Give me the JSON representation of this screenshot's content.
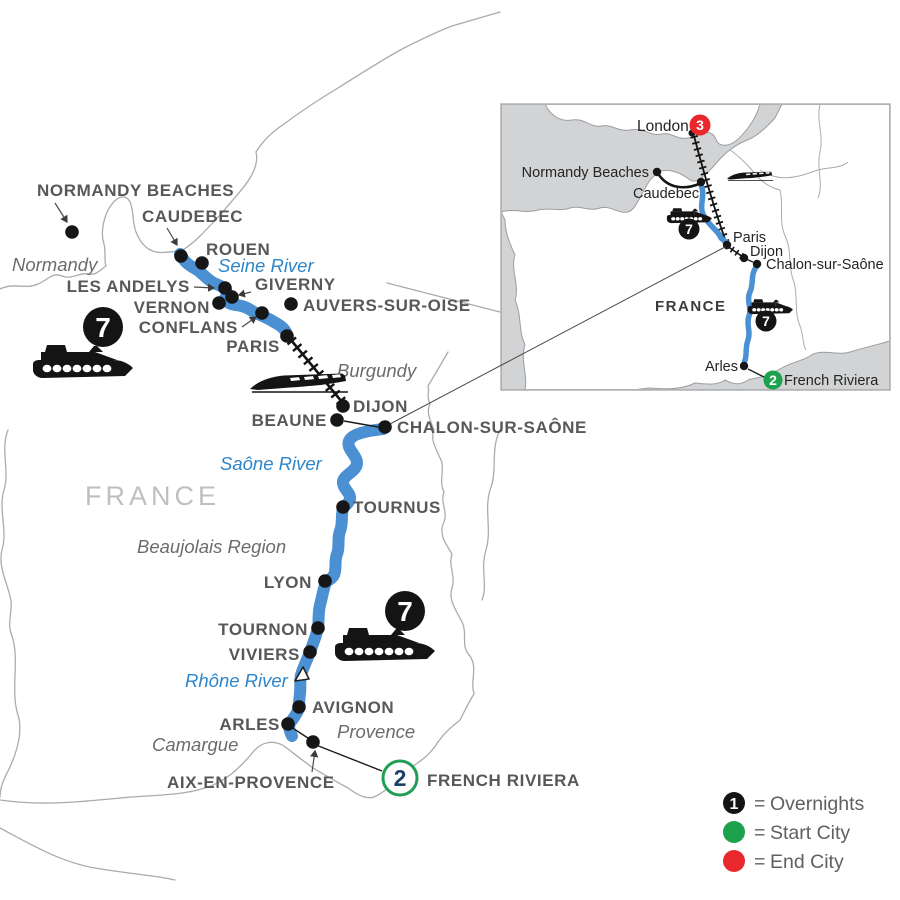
{
  "main_map": {
    "country_label": "FRANCE",
    "regions": {
      "normandy": "Normandy",
      "burgundy": "Burgundy",
      "beaujolais": "Beaujolais Region",
      "camargue": "Camargue",
      "provence": "Provence"
    },
    "rivers": {
      "seine": "Seine River",
      "saone": "Saône River",
      "rhone": "Rhône River"
    },
    "cities": {
      "normandy_beaches": "NORMANDY BEACHES",
      "caudebec": "CAUDEBEC",
      "rouen": "ROUEN",
      "les_andelys": "LES ANDELYS",
      "giverny": "GIVERNY",
      "vernon": "VERNON",
      "conflans": "CONFLANS",
      "auvers_sur_oise": "AUVERS-SUR-OISE",
      "paris": "PARIS",
      "dijon": "DIJON",
      "beaune": "BEAUNE",
      "chalon_sur_saone": "CHALON-SUR-SAÔNE",
      "tournus": "TOURNUS",
      "lyon": "LYON",
      "tournon": "TOURNON",
      "viviers": "VIVIERS",
      "avignon": "AVIGNON",
      "arles": "ARLES",
      "aix_en_provence": "AIX-EN-PROVENCE",
      "french_riviera": "FRENCH RIVIERA"
    },
    "badges": {
      "seine_cruise_nights": "7",
      "rhone_cruise_nights": "7",
      "french_riviera_nights": "2"
    }
  },
  "inset_map": {
    "country_label": "FRANCE",
    "cities": {
      "london": "London",
      "normandy_beaches": "Normandy Beaches",
      "caudebec": "Caudebec",
      "paris": "Paris",
      "dijon": "Dijon",
      "chalon_sur_saone": "Chalon-sur-Saône",
      "arles": "Arles",
      "french_riviera": "French Riviera"
    },
    "badges": {
      "london_nights": "3",
      "seine_cruise_nights": "7",
      "rhone_cruise_nights": "7",
      "french_riviera_nights": "2"
    }
  },
  "legend": {
    "overnights_symbol": "1",
    "equals": "=",
    "overnights": "Overnights",
    "start_city": "Start City",
    "end_city": "End City"
  },
  "colors": {
    "river_blue": "#4a90d2",
    "river_label_blue": "#2e86ca",
    "city_label_grey": "#57585a",
    "country_label_grey": "#bdbfc1",
    "sea_grey": "#d2d3d4",
    "overnight_black": "#141414",
    "start_green": "#1ca24f",
    "end_red": "#e8282c",
    "riviera_navy": "#1b3f66"
  }
}
